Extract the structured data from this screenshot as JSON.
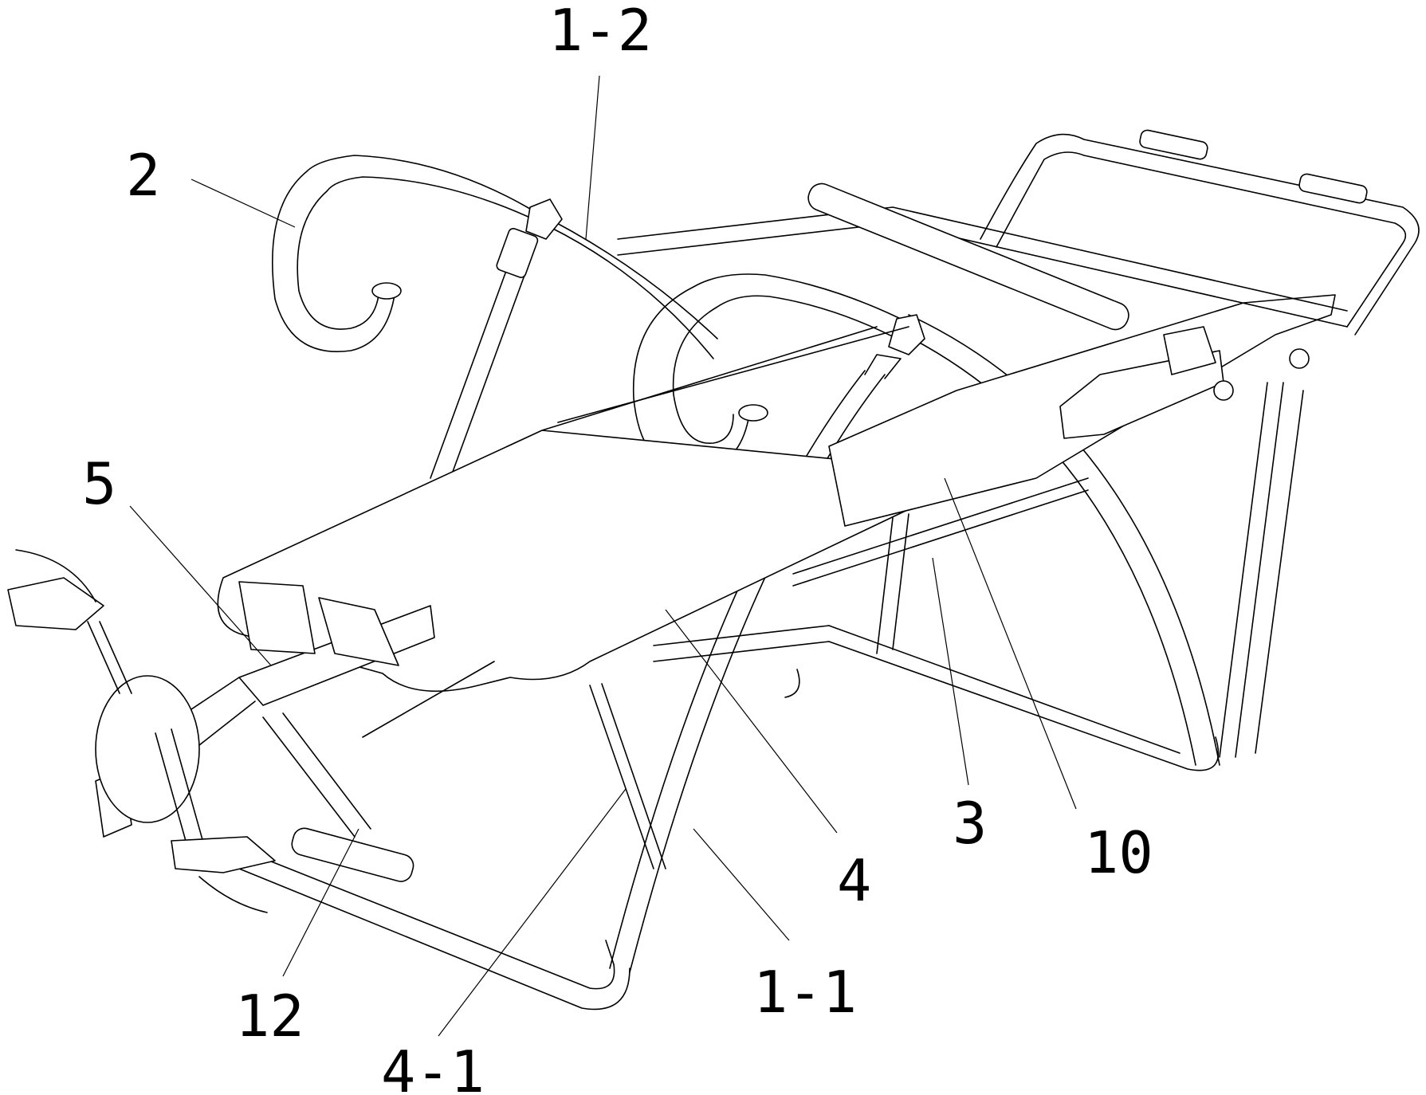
{
  "labels": {
    "l_2": "2",
    "l_1_2": "1-2",
    "l_5": "5",
    "l_4": "4",
    "l_3": "3",
    "l_10": "10",
    "l_12": "12",
    "l_4_1": "4-1",
    "l_1_1": "1-1"
  }
}
